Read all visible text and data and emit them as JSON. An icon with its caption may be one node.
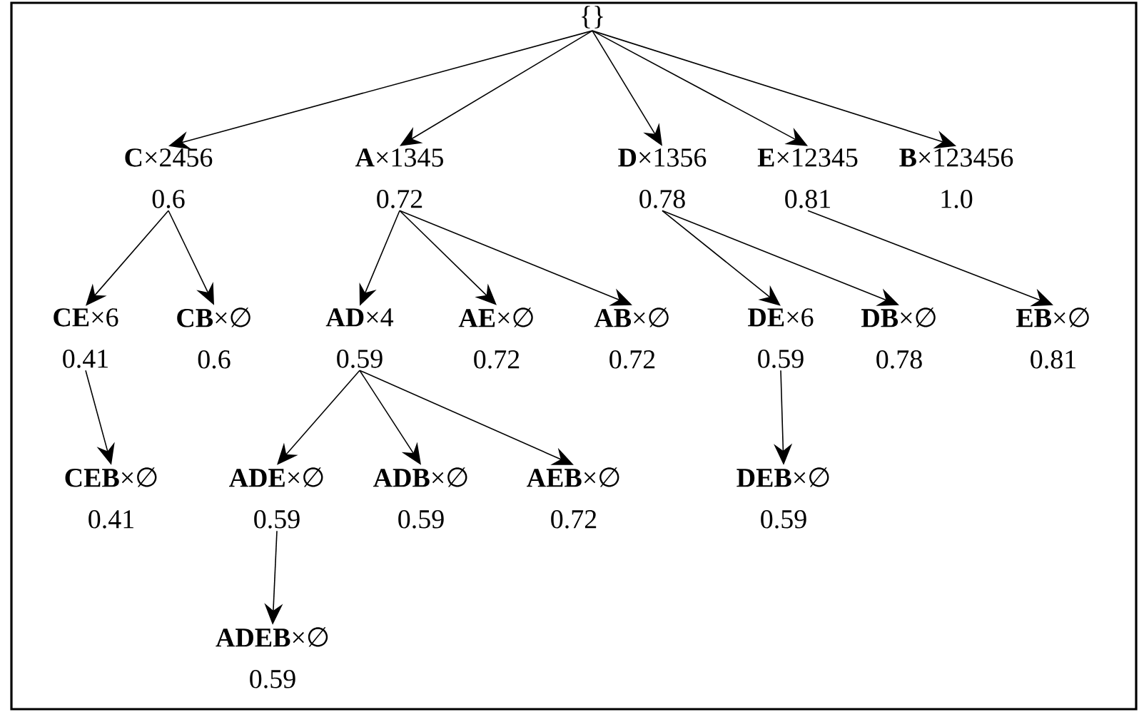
{
  "diagram": {
    "nodes": [
      {
        "text": [
          "{}"
        ]
      },
      {
        "text": [
          "**C**×2456",
          "0.6"
        ]
      },
      {
        "text": [
          "**A**×1345",
          "0.72"
        ]
      },
      {
        "text": [
          "**D**×1356",
          "0.78"
        ]
      },
      {
        "text": [
          "**E**×12345",
          "0.81"
        ]
      },
      {
        "text": [
          "**B**×123456",
          "1.0"
        ]
      },
      {
        "text": [
          "**CE**×6",
          "0.41"
        ]
      },
      {
        "text": [
          "**CB**×∅",
          "0.6"
        ]
      },
      {
        "text": [
          "**AD**×4",
          "0.59"
        ]
      },
      {
        "text": [
          "**AE**×∅",
          "0.72"
        ]
      },
      {
        "text": [
          "**AB**×∅",
          "0.72"
        ]
      },
      {
        "text": [
          "**DE**×6",
          "0.59"
        ]
      },
      {
        "text": [
          "**DB**×∅",
          "0.78"
        ]
      },
      {
        "text": [
          "**EB**×∅",
          "0.81"
        ]
      },
      {
        "text": [
          "**CEB**×∅",
          "0.41"
        ]
      },
      {
        "text": [
          "**ADE**×∅",
          "0.59"
        ]
      },
      {
        "text": [
          "**ADB**×∅",
          "0.59"
        ]
      },
      {
        "text": [
          "**AEB**×∅",
          "0.72"
        ]
      },
      {
        "text": [
          "**DEB**×∅",
          "0.59"
        ]
      },
      {
        "text": [
          "**ADEB**×∅",
          "0.59"
        ]
      }
    ],
    "edges": [
      {
        "from": 0,
        "to": 1,
        "arrow": "to"
      },
      {
        "from": 0,
        "to": 2,
        "arrow": "to"
      },
      {
        "from": 0,
        "to": 3,
        "arrow": "to"
      },
      {
        "from": 0,
        "to": 4,
        "arrow": "to"
      },
      {
        "from": 0,
        "to": 5,
        "arrow": "to"
      },
      {
        "from": 1,
        "to": 6,
        "arrow": "to"
      },
      {
        "from": 1,
        "to": 7,
        "arrow": "to"
      },
      {
        "from": 2,
        "to": 8,
        "arrow": "to"
      },
      {
        "from": 2,
        "to": 9,
        "arrow": "to"
      },
      {
        "from": 2,
        "to": 10,
        "arrow": "to"
      },
      {
        "from": 3,
        "to": 11,
        "arrow": "to"
      },
      {
        "from": 3,
        "to": 12,
        "arrow": "to"
      },
      {
        "from": 4,
        "to": 13,
        "arrow": "to"
      },
      {
        "from": 6,
        "to": 14,
        "arrow": "to"
      },
      {
        "from": 8,
        "to": 15,
        "arrow": "to"
      },
      {
        "from": 8,
        "to": 16,
        "arrow": "to"
      },
      {
        "from": 8,
        "to": 17,
        "arrow": "to"
      },
      {
        "from": 11,
        "to": 18,
        "arrow": "to"
      },
      {
        "from": 15,
        "to": 19,
        "arrow": "to"
      }
    ]
  }
}
